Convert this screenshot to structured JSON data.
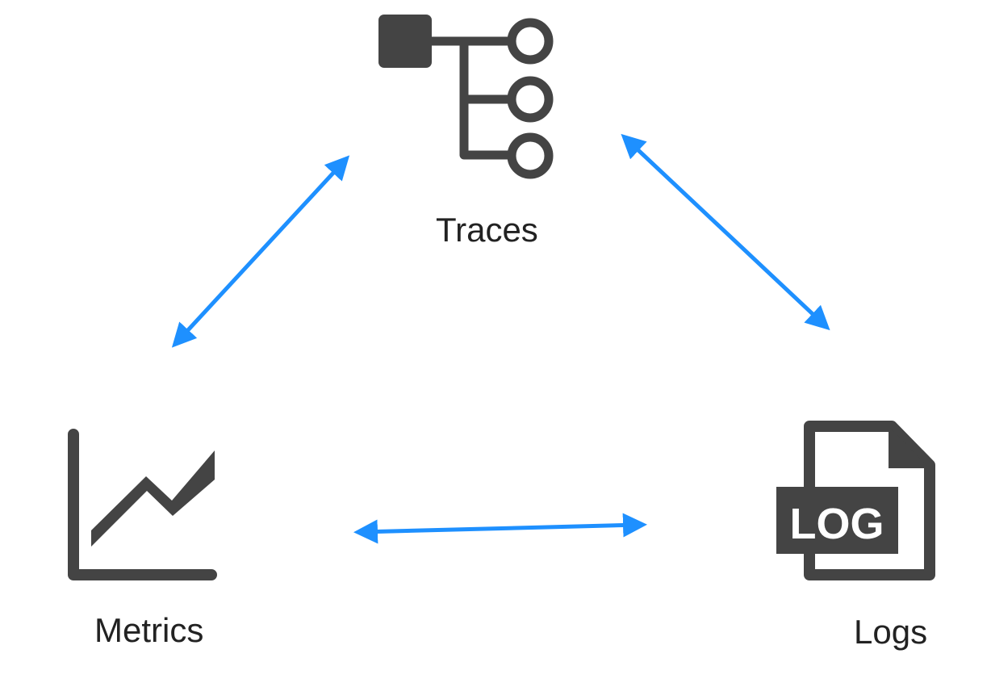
{
  "nodes": {
    "traces": {
      "label": "Traces",
      "icon": "trace-tree-icon"
    },
    "metrics": {
      "label": "Metrics",
      "icon": "line-chart-icon"
    },
    "logs": {
      "label": "Logs",
      "icon": "log-file-icon",
      "badge_text": "LOG"
    }
  },
  "edges": [
    {
      "from": "Traces",
      "to": "Metrics",
      "direction": "bidirectional"
    },
    {
      "from": "Traces",
      "to": "Logs",
      "direction": "bidirectional"
    },
    {
      "from": "Metrics",
      "to": "Logs",
      "direction": "bidirectional"
    }
  ],
  "colors": {
    "icon": "#444444",
    "arrow": "#1e90ff",
    "label": "#222222",
    "background": "#ffffff"
  }
}
